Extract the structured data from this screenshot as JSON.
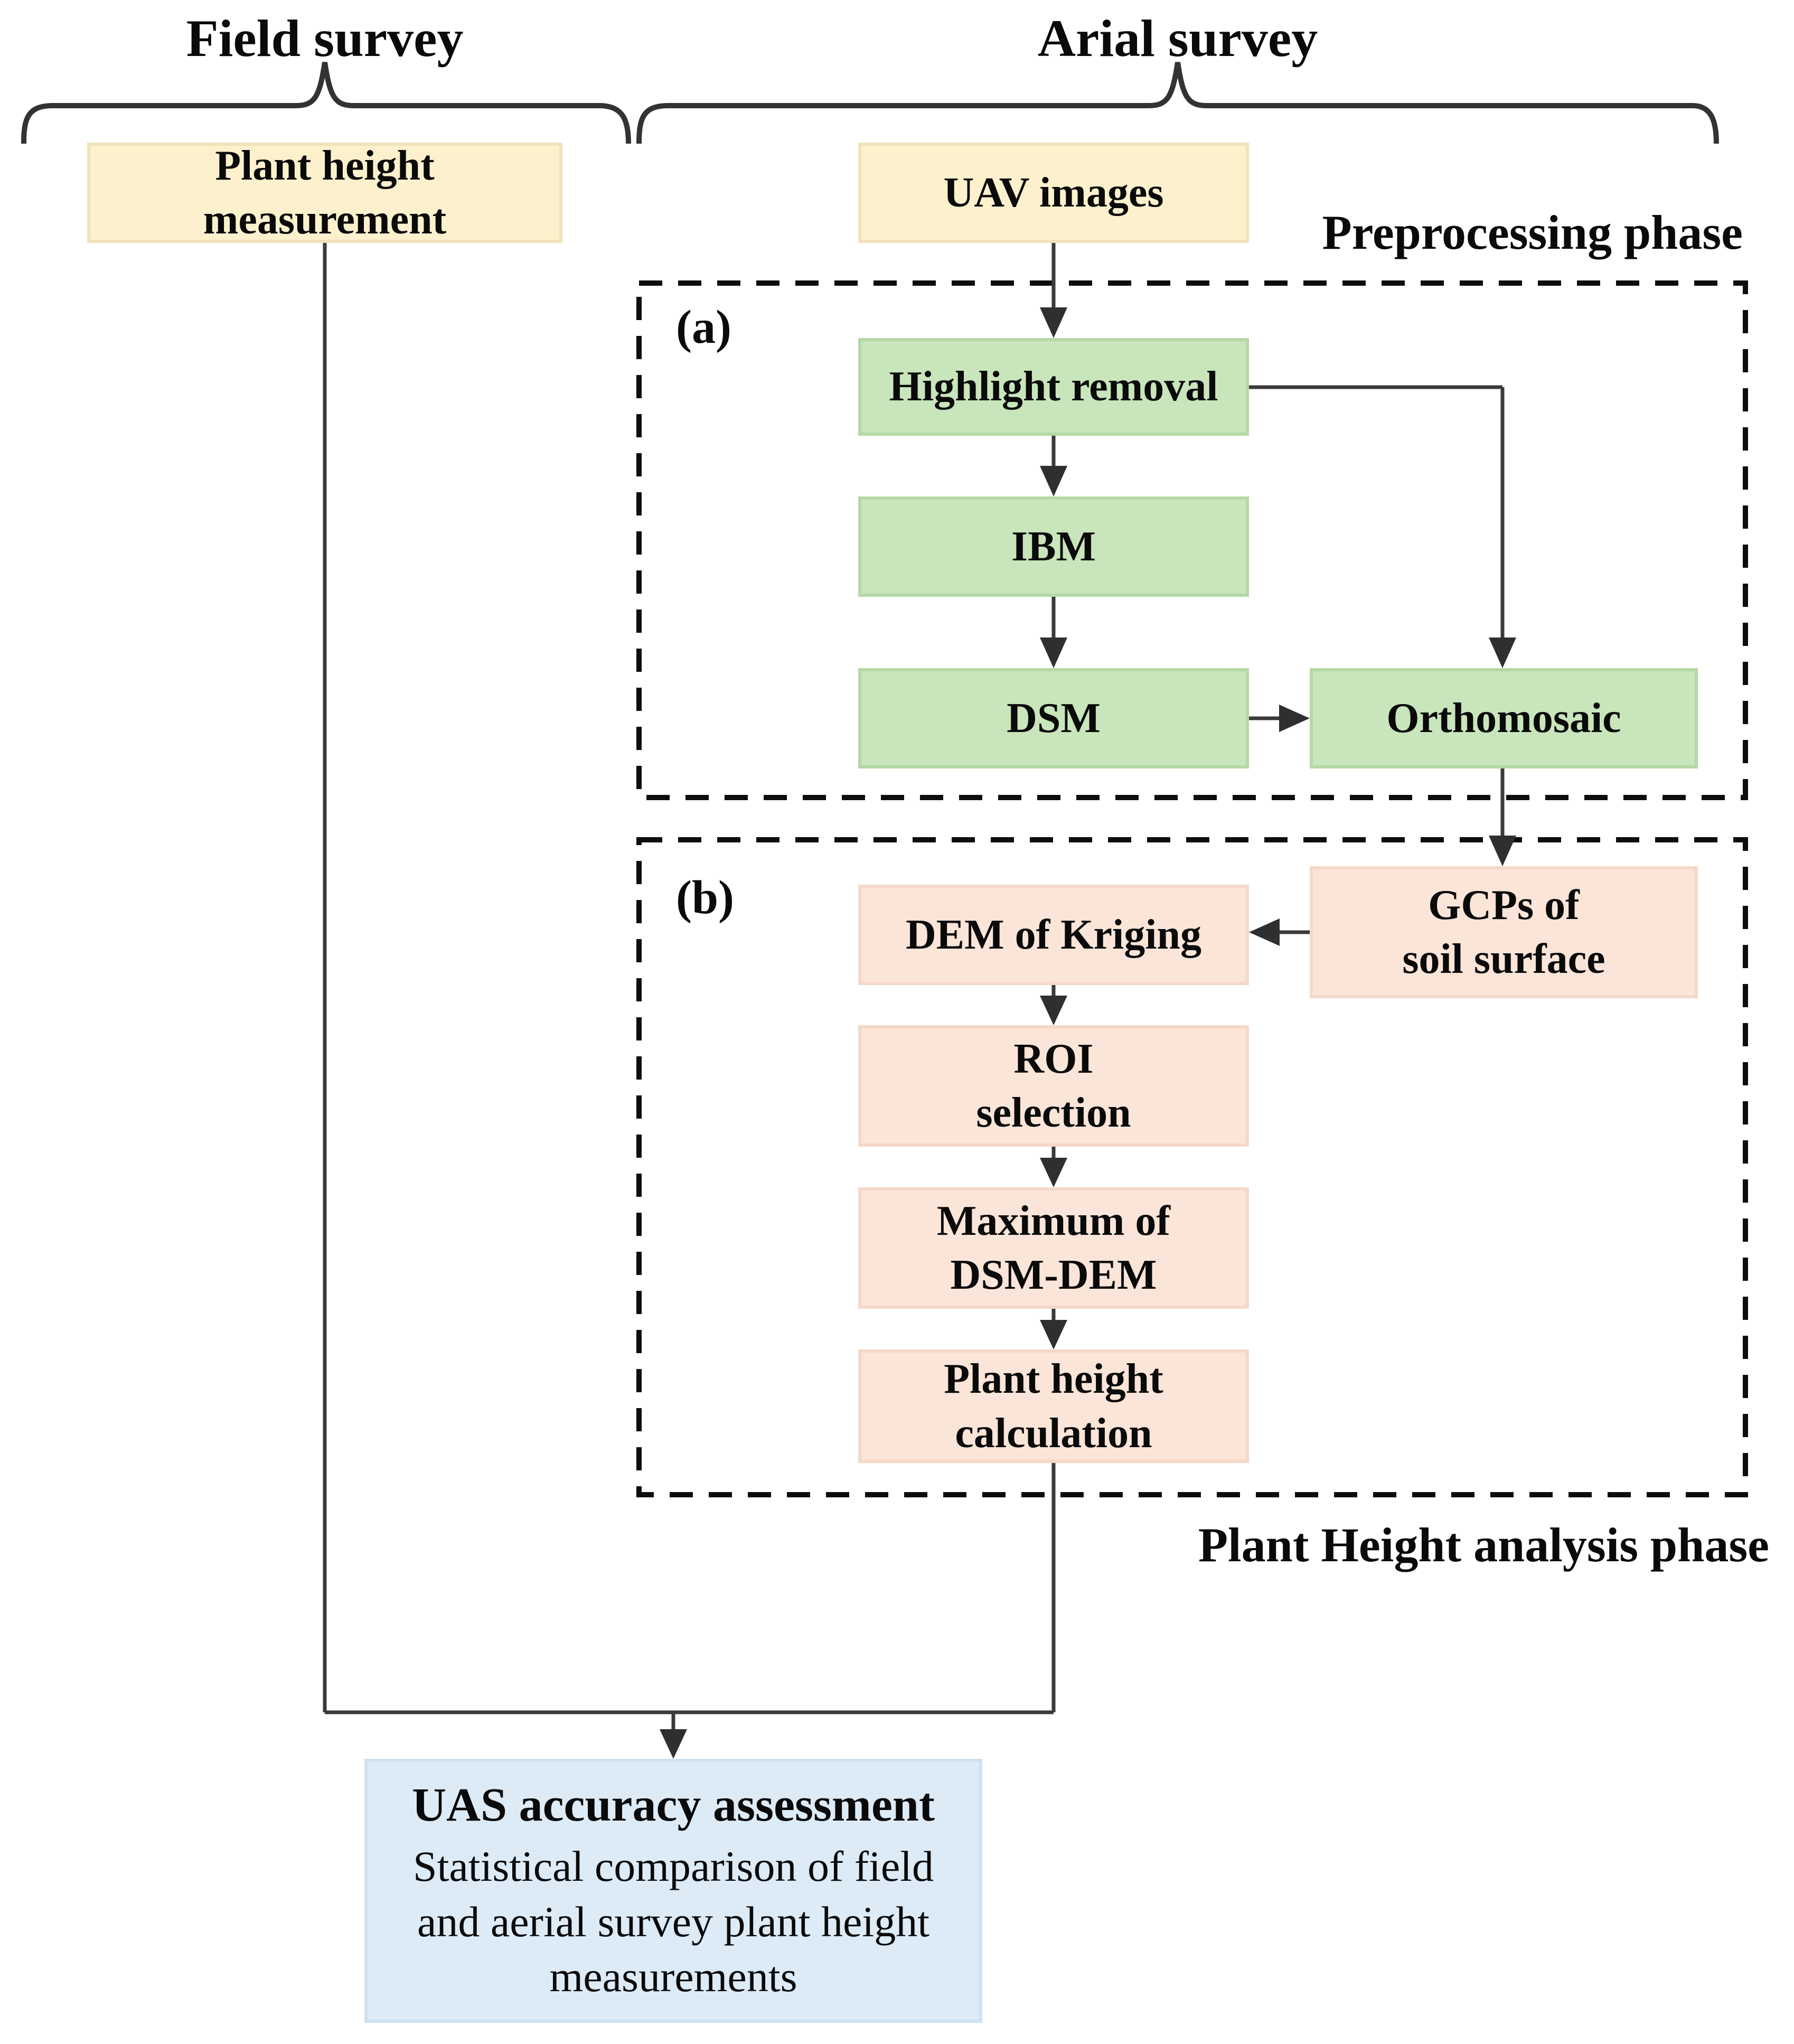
{
  "titles": {
    "field": "Field survey",
    "aerial": "Arial survey"
  },
  "phase_labels": {
    "preprocessing": "Preprocessing phase",
    "analysis": "Plant Height analysis phase"
  },
  "group_labels": {
    "a": "(a)",
    "b": "(b)"
  },
  "nodes": {
    "plant_height_measurement": "Plant height\nmeasurement",
    "uav_images": "UAV images",
    "highlight_removal": "Highlight removal",
    "ibm": "IBM",
    "dsm": "DSM",
    "orthomosaic": "Orthomosaic",
    "dem_kriging": "DEM of Kriging",
    "gcps_soil_surface": "GCPs of\nsoil surface",
    "roi_selection": "ROI\nselection",
    "maximum_dsm_dem": "Maximum of\nDSM-DEM",
    "plant_height_calculation": "Plant height\ncalculation"
  },
  "assessment": {
    "title": "UAS accuracy assessment",
    "body": "Statistical comparison of field\nand aerial survey plant height\nmeasurements"
  },
  "colors": {
    "yellow": "#FDF1CD",
    "yellow-border": "#F0E3BB",
    "green": "#C9E5BB",
    "green-border": "#B5D8A6",
    "peach": "#FBE5D8",
    "peach-border": "#F5D8C8",
    "blue": "#DDEBF7",
    "blue-border": "#CFE2F2",
    "line": "#3a3a3a",
    "dash": "#0d0d0d",
    "brace": "#333333"
  }
}
